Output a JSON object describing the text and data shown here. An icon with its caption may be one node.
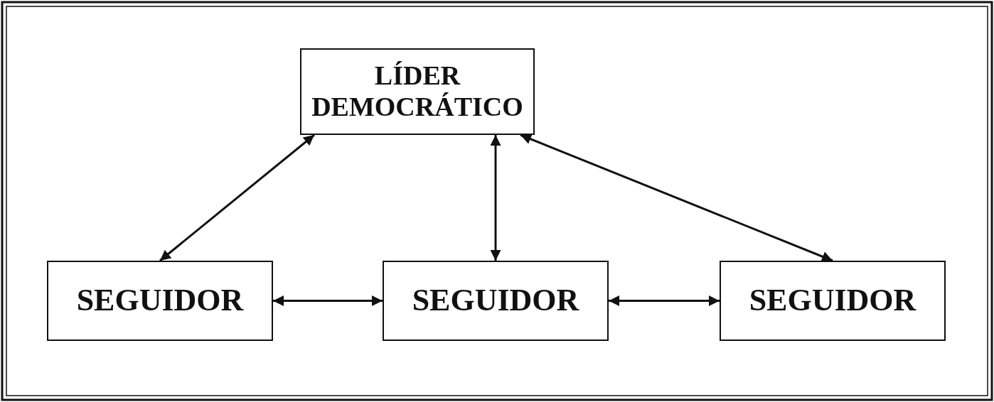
{
  "diagram": {
    "nodes": [
      {
        "text": [
          "LÍDER DEMOCRÁTICO"
        ]
      },
      {
        "text": [
          "SEGUIDOR"
        ]
      },
      {
        "text": [
          "SEGUIDOR"
        ]
      },
      {
        "text": [
          "SEGUIDOR"
        ]
      }
    ],
    "edges": [
      {
        "from": 0,
        "to": 1,
        "arrow": "both"
      },
      {
        "from": 0,
        "to": 2,
        "arrow": "both"
      },
      {
        "from": 0,
        "to": 3,
        "arrow": "both"
      },
      {
        "from": 1,
        "to": 2,
        "arrow": "both"
      },
      {
        "from": 2,
        "to": 3,
        "arrow": "both"
      }
    ]
  }
}
